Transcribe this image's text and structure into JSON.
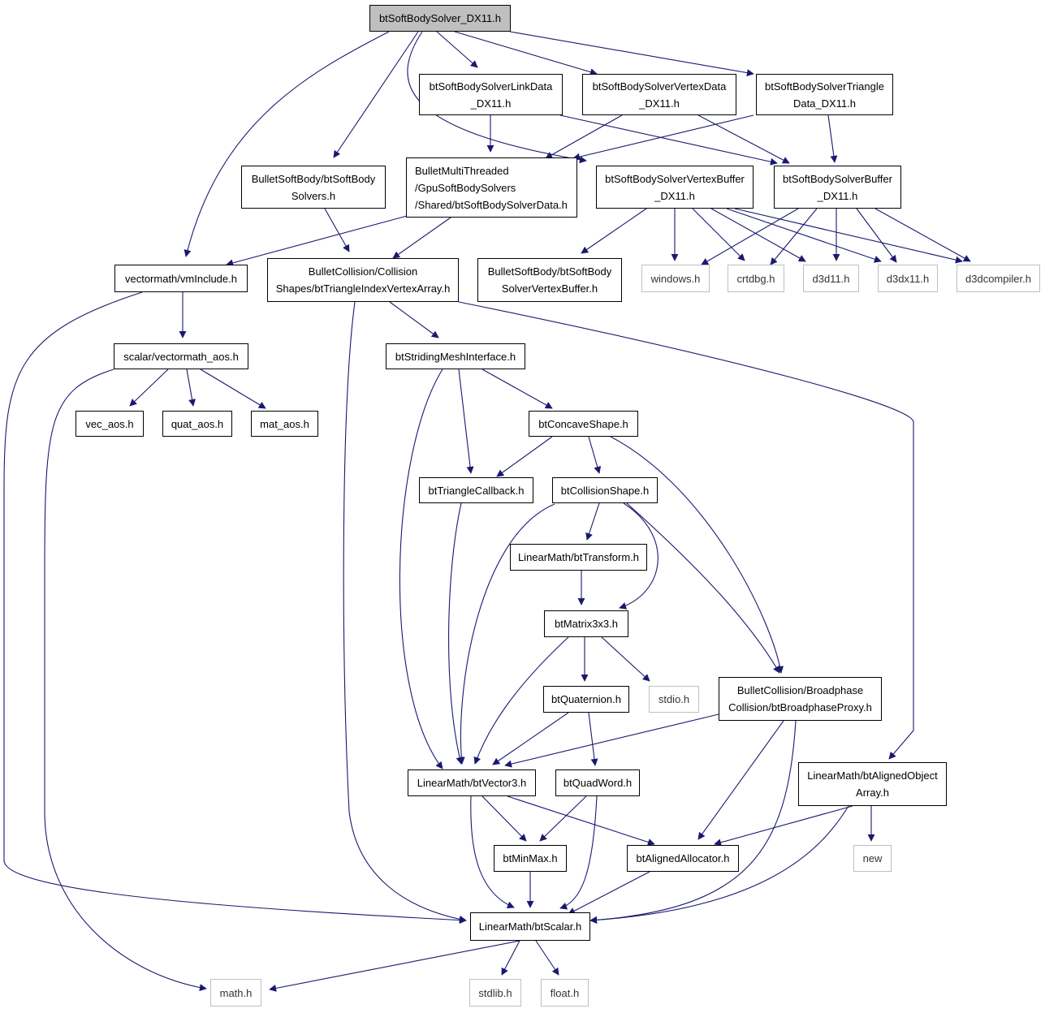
{
  "nodes": {
    "root": [
      "btSoftBodySolver_DX11.h"
    ],
    "linkdata": [
      "btSoftBodySolverLinkData",
      "_DX11.h"
    ],
    "vertexdata": [
      "btSoftBodySolverVertexData",
      "_DX11.h"
    ],
    "triangledata": [
      "btSoftBodySolverTriangle",
      "Data_DX11.h"
    ],
    "softbodysolvers": [
      "BulletSoftBody/btSoftBody",
      "Solvers.h"
    ],
    "solverdata": [
      "BulletMultiThreaded",
      "/GpuSoftBodySolvers",
      "/Shared/btSoftBodySolverData.h"
    ],
    "vertexbuffer": [
      "btSoftBodySolverVertexBuffer",
      "_DX11.h"
    ],
    "solverbuffer": [
      "btSoftBodySolverBuffer",
      "_DX11.h"
    ],
    "vminclude": [
      "vectormath/vmInclude.h"
    ],
    "trianglearray": [
      "BulletCollision/Collision",
      "Shapes/btTriangleIndexVertexArray.h"
    ],
    "bsvertexbuffer": [
      "BulletSoftBody/btSoftBody",
      "SolverVertexBuffer.h"
    ],
    "windows": [
      "windows.h"
    ],
    "crtdbg": [
      "crtdbg.h"
    ],
    "d3d11": [
      "d3d11.h"
    ],
    "d3dx11": [
      "d3dx11.h"
    ],
    "d3dcompiler": [
      "d3dcompiler.h"
    ],
    "vectormath_aos": [
      "scalar/vectormath_aos.h"
    ],
    "vec_aos": [
      "vec_aos.h"
    ],
    "quat_aos": [
      "quat_aos.h"
    ],
    "mat_aos": [
      "mat_aos.h"
    ],
    "striding": [
      "btStridingMeshInterface.h"
    ],
    "concave": [
      "btConcaveShape.h"
    ],
    "tricallback": [
      "btTriangleCallback.h"
    ],
    "collisionshape": [
      "btCollisionShape.h"
    ],
    "transform": [
      "LinearMath/btTransform.h"
    ],
    "matrix": [
      "btMatrix3x3.h"
    ],
    "stdio": [
      "stdio.h"
    ],
    "quaternion": [
      "btQuaternion.h"
    ],
    "proxy": [
      "BulletCollision/Broadphase",
      "Collision/btBroadphaseProxy.h"
    ],
    "alignedarray": [
      "LinearMath/btAlignedObject",
      "Array.h"
    ],
    "vector3": [
      "LinearMath/btVector3.h"
    ],
    "quadword": [
      "btQuadWord.h"
    ],
    "minmax": [
      "btMinMax.h"
    ],
    "allocator": [
      "btAlignedAllocator.h"
    ],
    "new": [
      "new"
    ],
    "scalar": [
      "LinearMath/btScalar.h"
    ],
    "math": [
      "math.h"
    ],
    "stdlib": [
      "stdlib.h"
    ],
    "float": [
      "float.h"
    ]
  },
  "colors": {
    "edge": "#191970",
    "root_fill": "#bfbfbf",
    "external_border": "#bfbfbf"
  }
}
